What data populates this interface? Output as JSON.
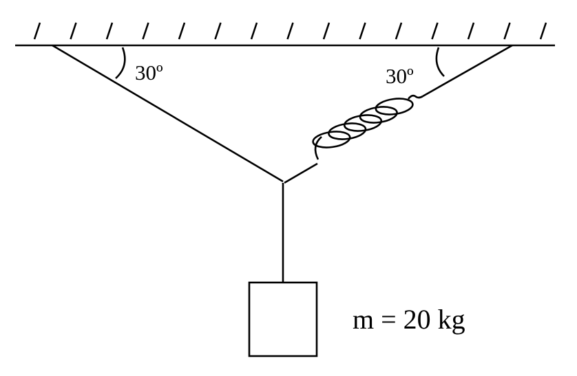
{
  "diagram": {
    "left_angle": "30º",
    "right_angle": "30º",
    "mass_label": "m = 20 kg"
  },
  "colors": {
    "ink": "#000000",
    "background": "#ffffff"
  }
}
